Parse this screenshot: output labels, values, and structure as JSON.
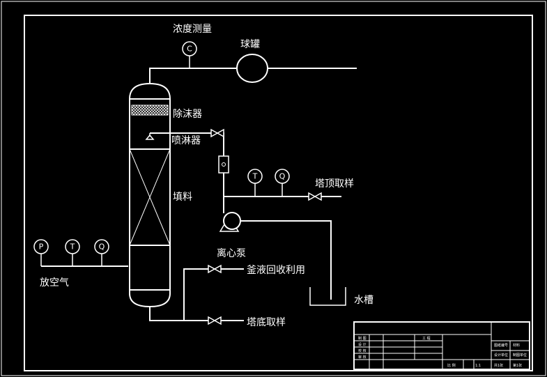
{
  "labels": {
    "concentration_measure": "浓度测量",
    "sphere_tank": "球罐",
    "demister": "除沫器",
    "sprayer": "喷淋器",
    "packing": "填料",
    "tower_top_sampling": "塔顶取样",
    "centrifugal_pump": "离心泵",
    "vent_air": "放空气",
    "kettle_liquid_recycle": "釜液回收利用",
    "tower_bottom_sampling": "塔底取样",
    "water_tank": "水槽"
  },
  "instruments": {
    "concentration": "C",
    "top_temperature": "T",
    "top_flow": "Q",
    "inlet_pressure": "P",
    "inlet_temperature": "T",
    "inlet_flow": "Q"
  },
  "title_block": {
    "r1c1": "制 图",
    "r2c1": "设 计",
    "r3c1": "校 核",
    "r4c1": "审 核",
    "r1c3": "工 程",
    "scale_label": "比 例",
    "scale_value": "1:1",
    "sheet_of": "共1张",
    "sheet_no": "第1张",
    "code_a": "图纸编号",
    "code_b": "材料",
    "code_c": "设计单位",
    "code_d": "制图单位"
  },
  "colors": {
    "background": "#000000",
    "lines": "#ffffff"
  }
}
